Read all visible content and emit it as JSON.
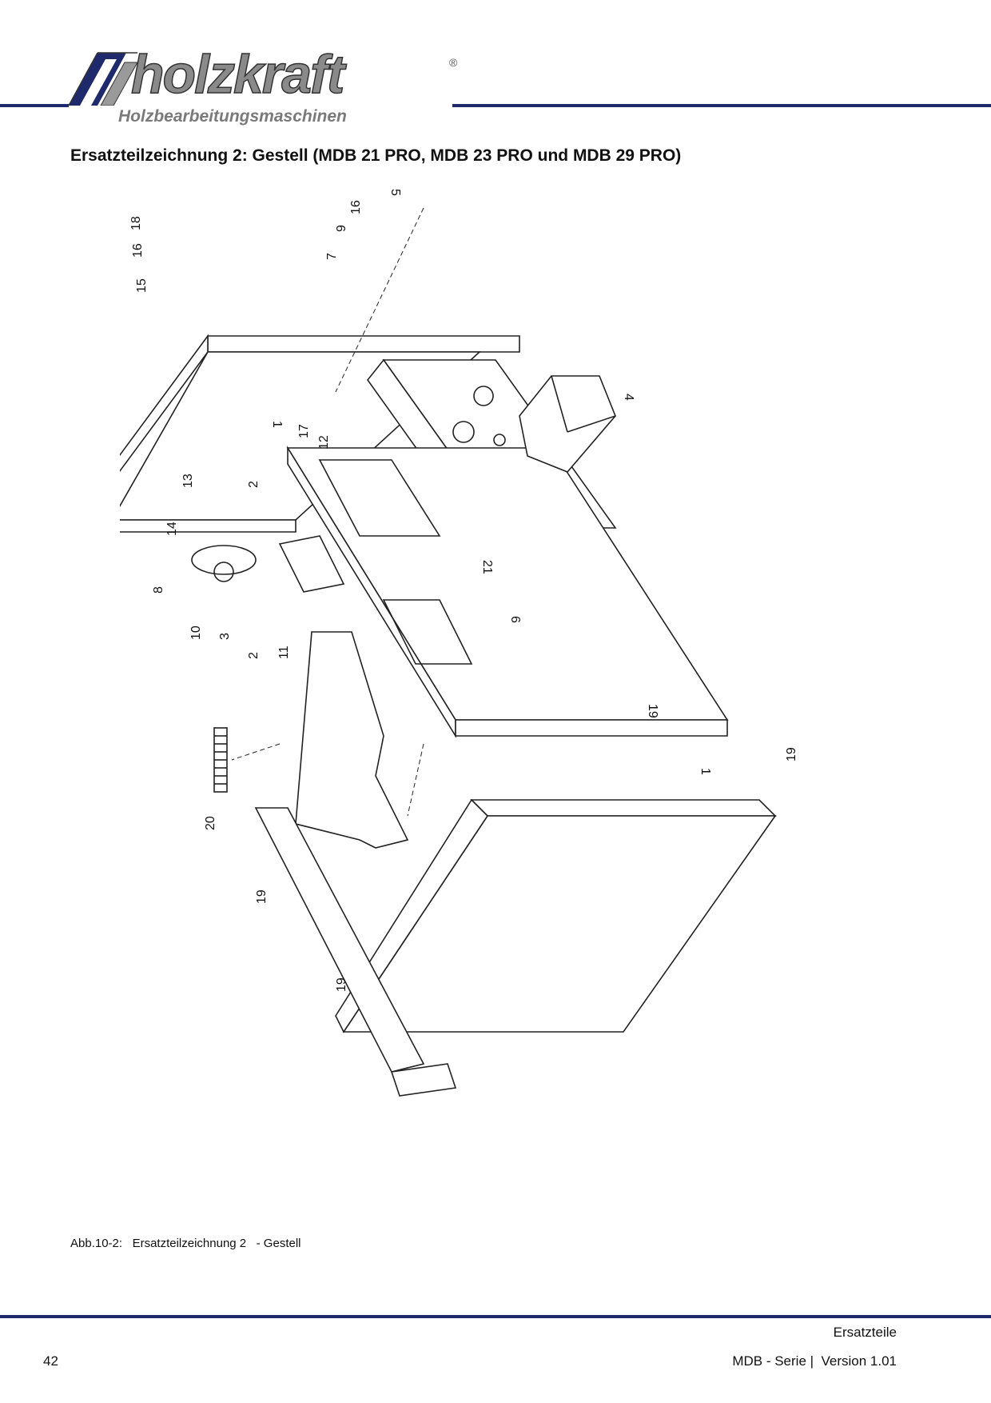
{
  "header": {
    "brand": "holzkraft",
    "registered": "®",
    "tagline": "Holzbearbeitungsmaschinen"
  },
  "page_title": "Ersatzteilzeichnung 2: Gestell (MDB 21 PRO, MDB 23 PRO und MDB 29 PRO)",
  "callouts": [
    {
      "id": "c18a",
      "label": "18"
    },
    {
      "id": "c16a",
      "label": "16"
    },
    {
      "id": "c15",
      "label": "15"
    },
    {
      "id": "c5",
      "label": "5"
    },
    {
      "id": "c16b",
      "label": "16"
    },
    {
      "id": "c9",
      "label": "9"
    },
    {
      "id": "c7",
      "label": "7"
    },
    {
      "id": "c4",
      "label": "4"
    },
    {
      "id": "c1a",
      "label": "1"
    },
    {
      "id": "c17",
      "label": "17"
    },
    {
      "id": "c12",
      "label": "12"
    },
    {
      "id": "c13",
      "label": "13"
    },
    {
      "id": "c2a",
      "label": "2"
    },
    {
      "id": "c14",
      "label": "14"
    },
    {
      "id": "c8",
      "label": "8"
    },
    {
      "id": "c10",
      "label": "10"
    },
    {
      "id": "c3",
      "label": "3"
    },
    {
      "id": "c2b",
      "label": "2"
    },
    {
      "id": "c11",
      "label": "11"
    },
    {
      "id": "c21",
      "label": "21"
    },
    {
      "id": "c6",
      "label": "6"
    },
    {
      "id": "c19a",
      "label": "19"
    },
    {
      "id": "c1b",
      "label": "1"
    },
    {
      "id": "c19b",
      "label": "19"
    },
    {
      "id": "c20",
      "label": "20"
    },
    {
      "id": "c19c",
      "label": "19"
    },
    {
      "id": "c19d",
      "label": "19"
    }
  ],
  "caption": {
    "figure_number": "Abb.10-2:",
    "text": "Ersatzteilzeichnung 2   - Gestell"
  },
  "footer": {
    "section": "Ersatzteile",
    "page_number": "42",
    "series": "MDB - Serie |  Version 1.01"
  },
  "colors": {
    "rule": "#1e2a6b",
    "logo_blue": "#1e2a6b",
    "logo_grey": "#8a8a8a"
  }
}
